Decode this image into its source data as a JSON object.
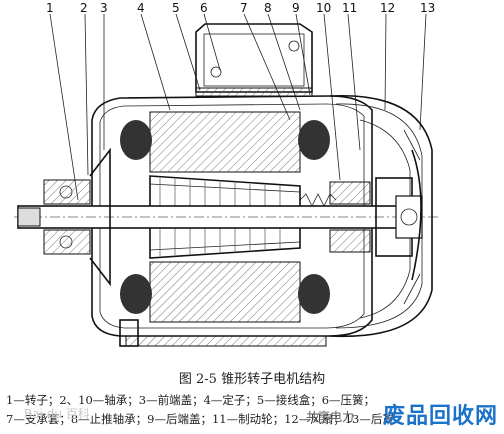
{
  "figure": {
    "numbers": [
      "1",
      "2",
      "3",
      "4",
      "5",
      "6",
      "7",
      "8",
      "9",
      "10",
      "11",
      "12",
      "13"
    ],
    "caption": "图 2-5   锥形转子电机结构",
    "legend_line1": "1—转子；2、10—轴承；3—前端盖；4—定子；5—接线盒；6—压簧；",
    "legend_line2": "7—支承套；8—止推轴承；9—后端盖；11—制动轮；12—风扇；13—后罩"
  },
  "watermarks": {
    "baidu": "Bai du 百科",
    "account": "共享电力",
    "site": "废品回收网"
  }
}
